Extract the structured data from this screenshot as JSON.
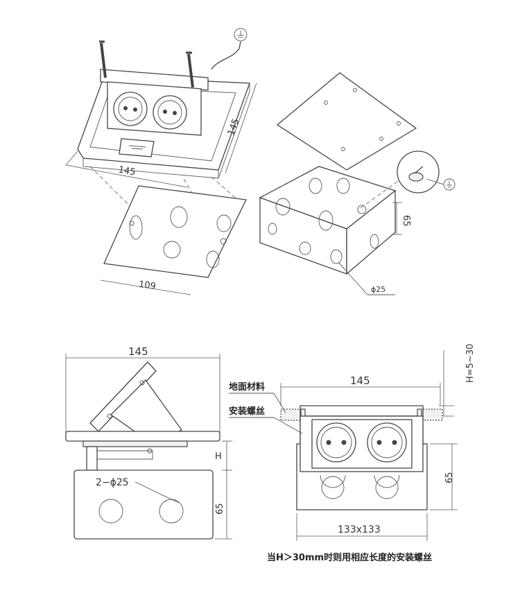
{
  "views": {
    "top_left": {
      "width_label": "145",
      "depth_label": "145",
      "bottom_plate_label": "109"
    },
    "top_right": {
      "height_label": "65",
      "hole_label": "ϕ25"
    },
    "bottom_left": {
      "width_label": "145",
      "h_label": "H",
      "box_height_label": "65",
      "holes_label": "2−ϕ25"
    },
    "bottom_right": {
      "width_label": "145",
      "h_range_label": "H=5~30",
      "box_height_label": "65",
      "base_label": "133x133",
      "floor_material_label": "地面材料",
      "install_screw_label": "安装螺丝"
    }
  },
  "footnote": "当H＞30mm时则用相应长度的安装螺丝"
}
